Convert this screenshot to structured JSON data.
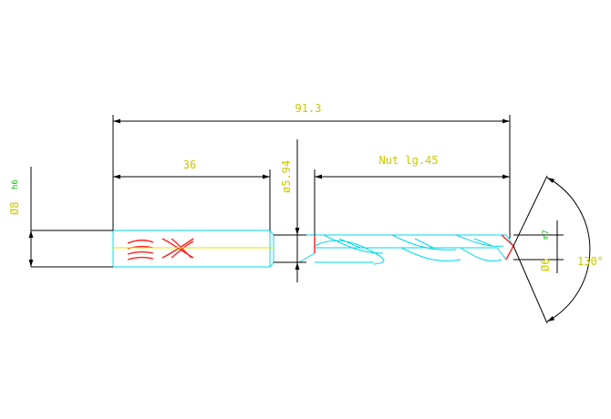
{
  "drawing": {
    "dimensions": {
      "overall_length": "91.3",
      "shank_length": "36",
      "flute_length": "Nut lg.45",
      "neck_diameter": "ø5.94",
      "angle": "130°"
    },
    "shank_diameter": {
      "value": "Ø8",
      "tolerance": "h6"
    },
    "tip_diameter": {
      "value": "Ø6",
      "tolerance": "m7"
    },
    "colors": {
      "dimension_lines": "#000000",
      "dimension_text": "#c8c800",
      "tolerance_text": "#00c800",
      "tool_outline": "#00d8e8",
      "centerline": "#e6e600",
      "marking": "#ff2020",
      "background": "#ffffff"
    }
  }
}
